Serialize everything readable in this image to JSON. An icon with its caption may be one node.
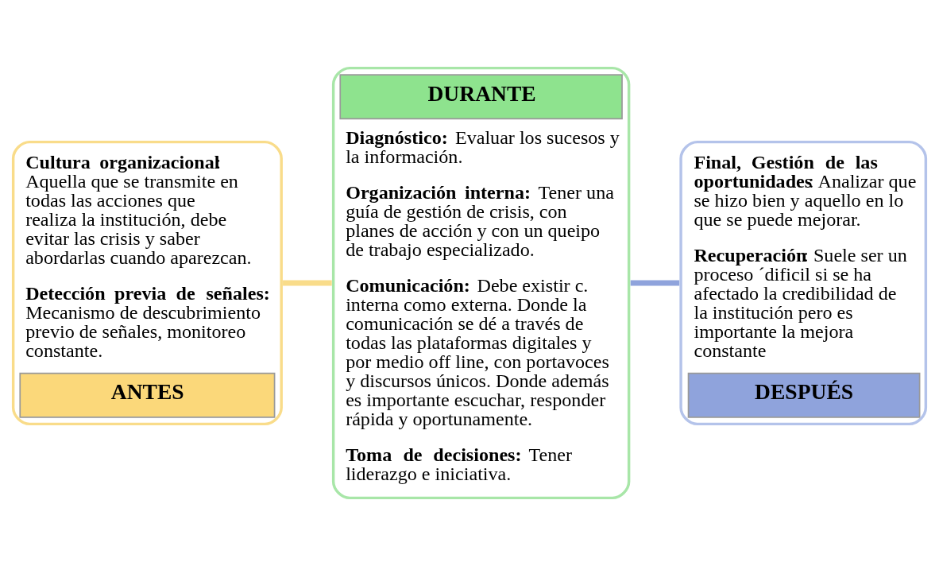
{
  "diagram": {
    "nodes": [
      {
        "text": [
          "**Cultura organizacional**: Aquella que se transmite en todas las acciones que realiza la institución, debe evitar las crisis y saber abordarlas cuando aparezcan.",
          "**Detección previa de señales:** Mecanismo de descubrimiento previo de señales, monitoreo constante.",
          "ANTES"
        ]
      },
      {
        "text": [
          "DURANTE",
          "**Diagnóstico:** Evaluar los sucesos y la información.",
          "**Organización interna:** Tener una guía de gestión de crisis, con planes de acción y con un queipo de trabajo especializado.",
          "**Comunicación:** Debe existir c. interna como externa. Donde la comunicación se dé a través de todas las plataformas digitales y por medio off line, con portavoces y discursos únicos. Donde además es importante escuchar, responder rápida y oportunamente.",
          "**Toma de decisiones:** Tener liderazgo e iniciativa."
        ]
      },
      {
        "text": [
          "**Final, Gestión de las oportunidades**: Analizar que se hizo bien y aquello en lo que se puede mejorar.",
          "**Recuperación**: Suele ser un proceso ´dificil si se ha afectado la credibilidad de la institución pero es importante la mejora constante",
          "DESPUÉS"
        ]
      }
    ],
    "edges": [
      {
        "from": 0,
        "to": 1,
        "arrow": "none",
        "color": "#f9dc8a"
      },
      {
        "from": 1,
        "to": 2,
        "arrow": "none",
        "color": "#8fa3dc"
      }
    ]
  }
}
